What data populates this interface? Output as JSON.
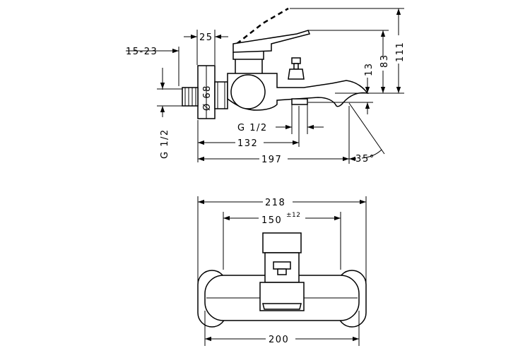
{
  "side_view": {
    "dims": {
      "d25": "25",
      "d15_23": "15-23",
      "d68": "Ø 68",
      "g12_vertical": "G 1/2",
      "g12_outlet": "G 1/2",
      "d132": "132",
      "d197": "197",
      "d13": "13",
      "d83": "83",
      "d111": "111",
      "angle": "3",
      "angle_unit": "5°"
    }
  },
  "front_view": {
    "dims": {
      "d218": "218",
      "d150": "150",
      "d150_tol": "±12",
      "d200": "200"
    }
  }
}
